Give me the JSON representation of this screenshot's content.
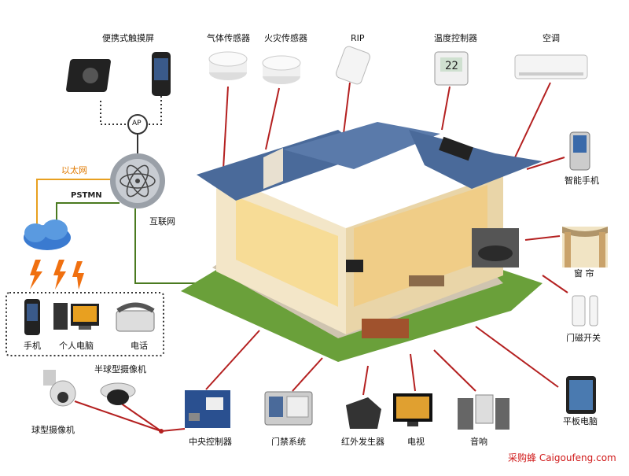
{
  "labels": {
    "portable_touchscreen": "便携式触摸屏",
    "gas_sensor": "气体传感器",
    "fire_sensor": "火灾传感器",
    "rip": "RIP",
    "thermostat": "温度控制器",
    "air_conditioner": "空调",
    "smartphone": "智能手机",
    "ethernet": "以太网",
    "pstmn": "PSTMN",
    "internet": "互联网",
    "ap": "AP",
    "curtain": "窗  帘",
    "door_switch": "门磁开关",
    "tablet": "平板电脑",
    "mobile_phone": "手机",
    "pc": "个人电脑",
    "telephone": "电话",
    "dome_camera": "半球型摄像机",
    "ball_camera": "球型摄像机",
    "central_controller": "中央控制器",
    "access_control": "门禁系统",
    "ir_emitter": "红外发生器",
    "tv": "电视",
    "speaker": "音响"
  },
  "thermostat_display": "22",
  "watermark": "采购蜂 Caigoufeng.com",
  "colors": {
    "connector_red": "#b42020",
    "ethernet_orange": "#e8a020",
    "pstmn_green": "#4a7a20",
    "roof_blue": "#4a6a9a",
    "watermark_red": "#d01818"
  }
}
